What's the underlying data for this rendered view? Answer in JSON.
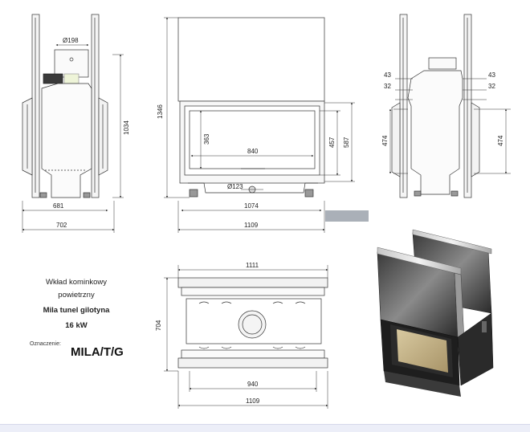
{
  "views": {
    "side": {
      "d198": "Ø198",
      "h1034": "1034",
      "w681": "681",
      "w702": "702"
    },
    "front": {
      "h1346": "1346",
      "h363": "363",
      "w840": "840",
      "h457": "457",
      "h587": "587",
      "d123": "Ø123",
      "w1074": "1074",
      "w1109": "1109"
    },
    "rear": {
      "d43l": "43",
      "d32l": "32",
      "d43r": "43",
      "d32r": "32",
      "h474l": "474",
      "h474r": "474"
    },
    "top": {
      "w1111": "1111",
      "d704": "704",
      "w940": "940",
      "w1109": "1109"
    }
  },
  "product": {
    "line1": "Wkład kominkowy",
    "line2": "powietrzny",
    "name": "Mila tunel gilotyna",
    "power": "16 kW",
    "marking_label": "Oznaczenie:",
    "code": "MILA/T/G"
  }
}
